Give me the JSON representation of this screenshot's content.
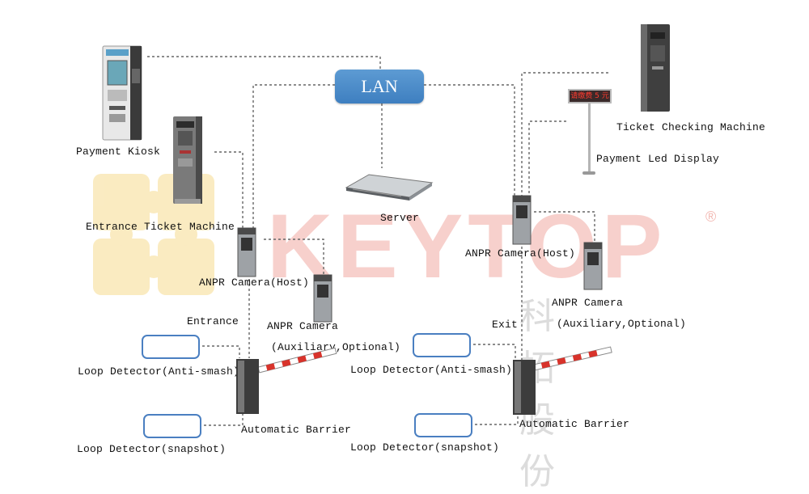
{
  "network": {
    "lan_label": "LAN"
  },
  "watermark": {
    "brand": "KEYTOP",
    "chinese": "科拓股份",
    "registered": "®"
  },
  "devices": {
    "payment_kiosk": "Payment Kiosk",
    "entrance_ticket_machine": "Entrance Ticket Machine",
    "server": "Server",
    "ticket_checking_machine": "Ticket Checking Machine",
    "payment_led_display": "Payment Led Display",
    "led_text": "请缴费 5 元"
  },
  "entrance": {
    "label": "Entrance",
    "camera_host": "ANPR Camera(Host)",
    "camera_aux_line1": "ANPR Camera",
    "camera_aux_line2": "(Auxiliary,Optional)",
    "loop_anti_smash": "Loop Detector(Anti-smash)",
    "barrier": "Automatic Barrier",
    "loop_snapshot": "Loop Detector(snapshot)"
  },
  "exit": {
    "label": "Exit",
    "camera_host": "ANPR Camera(Host)",
    "camera_aux_line1": "ANPR Camera",
    "camera_aux_line2": "(Auxiliary,Optional)",
    "loop_anti_smash": "Loop Detector(Anti-smash)",
    "barrier": "Automatic Barrier",
    "loop_snapshot": "Loop Detector(snapshot)"
  }
}
